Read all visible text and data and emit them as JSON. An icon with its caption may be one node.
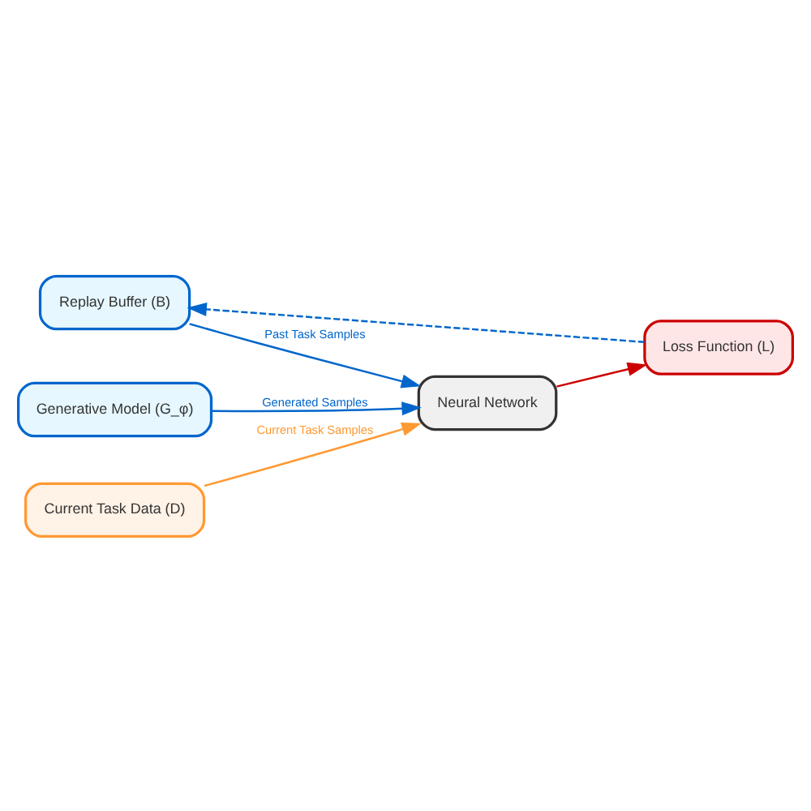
{
  "diagram": {
    "nodes": [
      {
        "text": [
          "Replay Buffer (B)"
        ]
      },
      {
        "text": [
          "Generative Model (G_φ)"
        ]
      },
      {
        "text": [
          "Neural Network"
        ]
      },
      {
        "text": [
          "Current Task Data (D)"
        ]
      },
      {
        "text": [
          "Loss Function (L)"
        ]
      }
    ],
    "edges": [
      {
        "from": 0,
        "to": 2,
        "arrow": "to",
        "label": "Past Task Samples"
      },
      {
        "from": 1,
        "to": 2,
        "arrow": "to",
        "label": "Generated Samples"
      },
      {
        "from": 3,
        "to": 2,
        "arrow": "to",
        "label": "Current Task Samples",
        "color": "#ff9933"
      },
      {
        "from": 2,
        "to": 4,
        "arrow": "to",
        "color": "#cc0000"
      },
      {
        "from": 4,
        "to": 0,
        "arrow": "to",
        "style": "dashed"
      }
    ]
  }
}
